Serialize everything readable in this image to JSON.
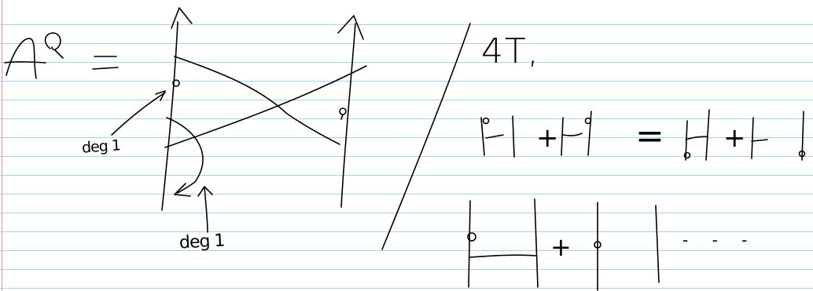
{
  "page": {
    "ruled_line_color": "#a9d3ec",
    "margin_line_color": "#e89a9a",
    "ink_color": "#000000"
  },
  "handwriting": {
    "lhs_symbol": "A",
    "lhs_superscript": "Q",
    "equals": "=",
    "label_left": "deg 1",
    "label_bottom": "deg 1",
    "note_right": "4T,",
    "plus_1": "+",
    "equals_2": "=",
    "plus_2": "+",
    "plus_3": "+",
    "ellipsis": "- - -"
  }
}
